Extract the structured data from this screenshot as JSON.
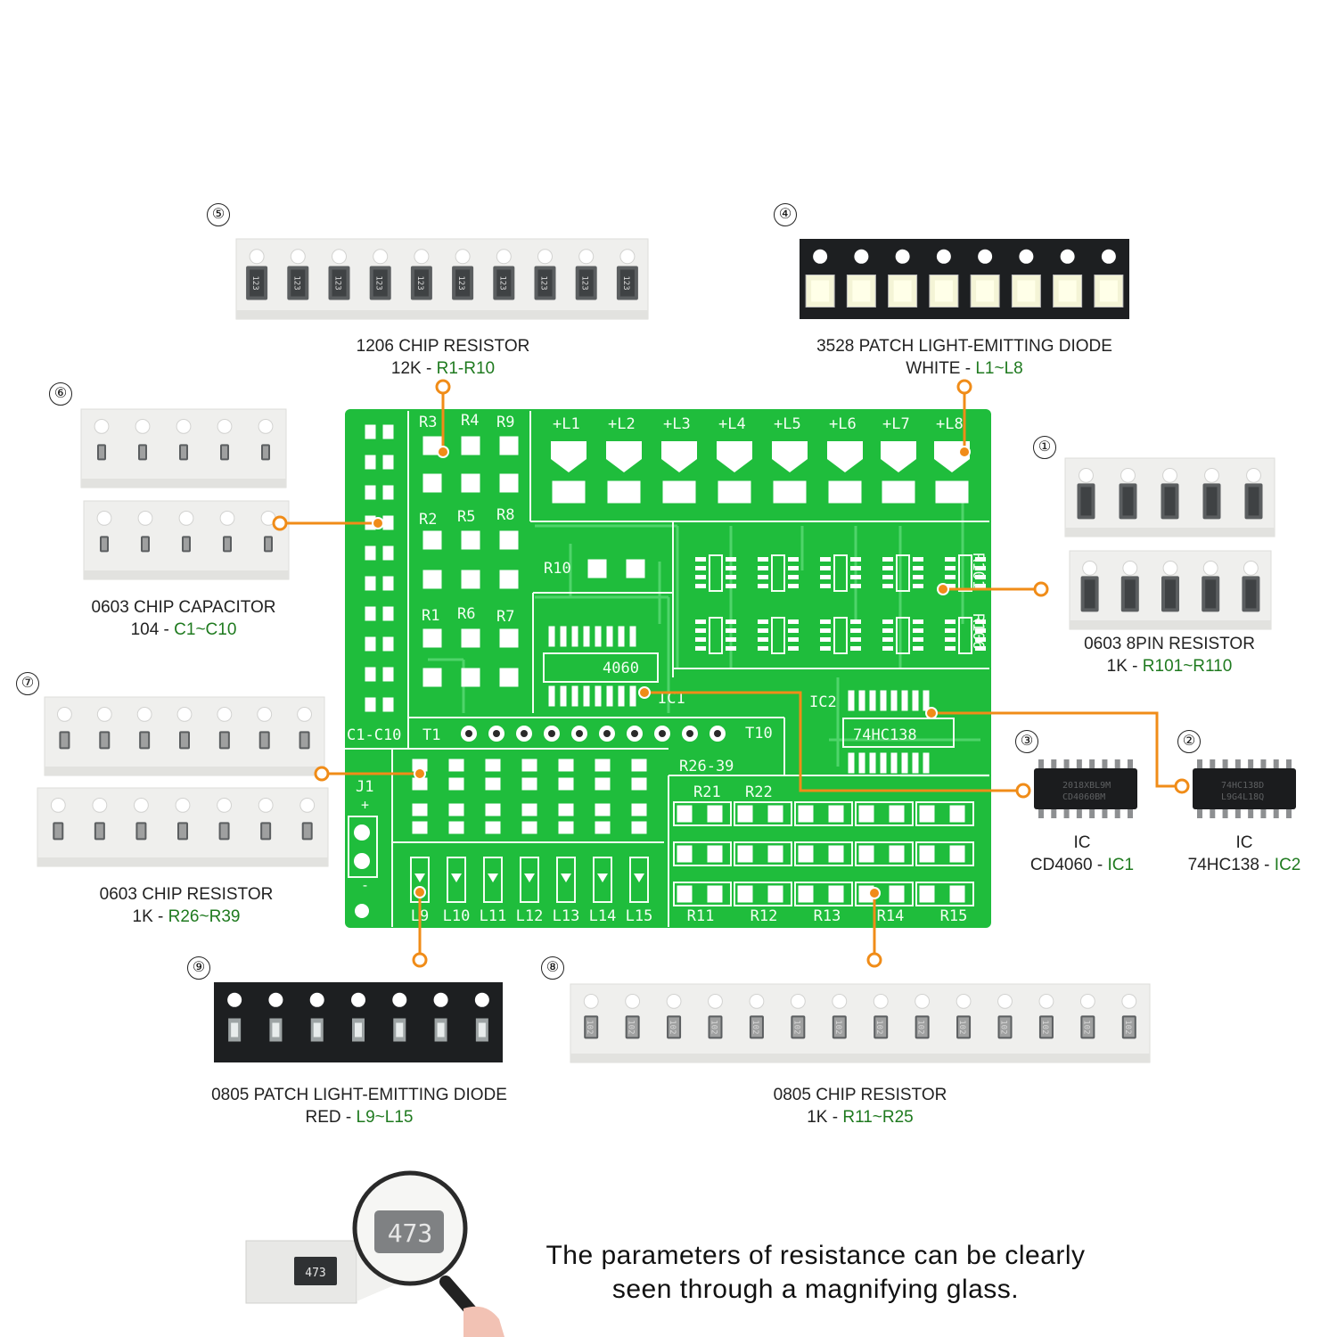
{
  "accent_orange": "#f08c18",
  "pcb_green": "#1fbd3c",
  "components": [
    {
      "num": "①",
      "name": "0603 8PIN RESISTOR",
      "value": "1K - ",
      "ref": "R101~R110"
    },
    {
      "num": "②",
      "name": "IC",
      "value": "74HC138 - ",
      "ref": "IC2"
    },
    {
      "num": "③",
      "name": "IC",
      "value": "CD4060 - ",
      "ref": "IC1"
    },
    {
      "num": "④",
      "name": "3528 PATCH LIGHT-EMITTING DIODE",
      "value": "WHITE - ",
      "ref": "L1~L8"
    },
    {
      "num": "⑤",
      "name": "1206 CHIP RESISTOR",
      "value": "12K - ",
      "ref": "R1-R10"
    },
    {
      "num": "⑥",
      "name": "0603 CHIP CAPACITOR",
      "value": "104 - ",
      "ref": "C1~C10"
    },
    {
      "num": "⑦",
      "name": "0603 CHIP RESISTOR",
      "value": "1K - ",
      "ref": "R26~R39"
    },
    {
      "num": "⑧",
      "name": "0805 CHIP RESISTOR",
      "value": "1K - ",
      "ref": "R11~R25"
    },
    {
      "num": "⑨",
      "name": "0805 PATCH LIGHT-EMITTING DIODE",
      "value": "RED - ",
      "ref": "L9~L15"
    }
  ],
  "pcb": {
    "top_leds": [
      "+L1",
      "+L2",
      "+L3",
      "+L4",
      "+L5",
      "+L6",
      "+L7",
      "+L8"
    ],
    "resistors_top": [
      "R3",
      "R4",
      "R9",
      "R2",
      "R5",
      "R8",
      "R1",
      "R6",
      "R7"
    ],
    "r10": "R10",
    "r101": "R101",
    "r106": "R106",
    "ic1_chip": "4060",
    "ic1": "IC1",
    "ic2": "IC2",
    "ic2_chip": "74HC138",
    "t_start": "T1",
    "t_end": "T10",
    "cap_label": "C1-C10",
    "j1": "J1",
    "plus": "+",
    "minus": "-",
    "r26_39": "R26-39",
    "r21": "R21",
    "r22": "R22",
    "bottom_leds": [
      "L9",
      "L10",
      "L11",
      "L12",
      "L13",
      "L14",
      "L15"
    ],
    "bottom_res": [
      "R11",
      "R12",
      "R13",
      "R14",
      "R15"
    ]
  },
  "resistor_code_1206": "123",
  "resistor_code_0805": "102",
  "chip_marking_ic1": [
    "2018XBL9M",
    "CD4060BM"
  ],
  "chip_marking_ic2": [
    "74HC138D",
    "L9G4L18Q"
  ],
  "magnifier_code": "473",
  "caption_line1": "The parameters of resistance can be clearly",
  "caption_line2": "seen through a magnifying glass."
}
